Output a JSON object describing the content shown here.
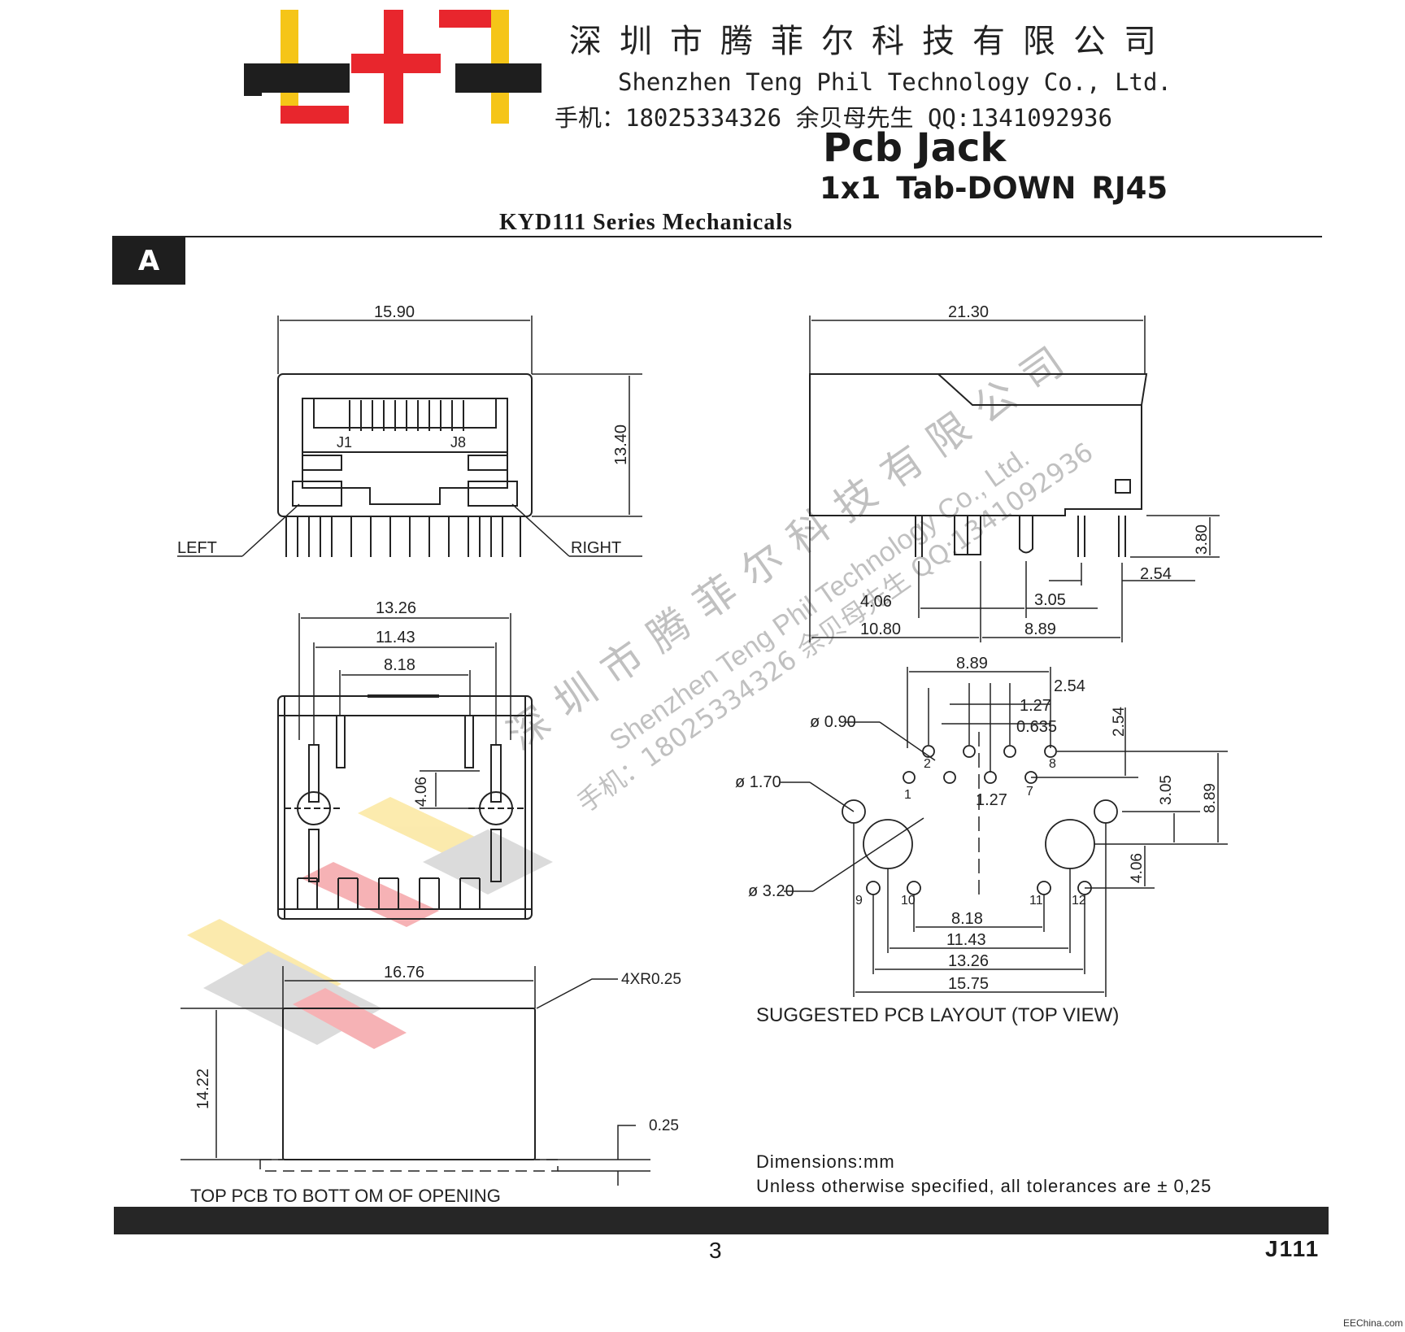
{
  "header": {
    "company_cn": "深圳市腾菲尔科技有限公司",
    "company_en": "Shenzhen Teng Phil Technology Co., Ltd.",
    "contact": "手机：18025334326 余贝母先生   QQ:1341092936",
    "title": "Pcb Jack",
    "subtitle": "1x1 Tab-DOWN  RJ45",
    "series": "KYD111 Series Mechanicals"
  },
  "section_label": "A",
  "front_view": {
    "width_dim": "15.90",
    "height_dim": "13.40",
    "pin_first": "J1",
    "pin_last": "J8",
    "left_label": "LEFT",
    "right_label": "RIGHT"
  },
  "side_view": {
    "length_dim": "21.30",
    "pin_height_dim": "3.80",
    "dim_a": "2.54",
    "dim_b": "4.06",
    "dim_c": "3.05",
    "dim_d": "10.80",
    "dim_e": "8.89"
  },
  "bottom_view": {
    "dim_outer": "13.26",
    "dim_mid": "11.43",
    "dim_inner": "8.18",
    "dim_vert": "4.06"
  },
  "opening_view": {
    "width_dim": "16.76",
    "radius_note": "4XR0.25",
    "height_dim": "14.22",
    "offset_dim": "0.25",
    "caption": "TOP  PCB  TO BOTT OM OF OPENING"
  },
  "pcb_layout": {
    "dim_889_top": "8.89",
    "dim_254": "2.54",
    "dim_127": "1.27",
    "dim_0635": "0.635",
    "dim_254_vert": "2.54",
    "hole_090": "ø 0.90",
    "hole_170": "ø 1.70",
    "hole_320": "ø 3.20",
    "dim_127_b": "1.27",
    "dim_305": "3.05",
    "dim_889_vert": "8.89",
    "dim_406": "4.06",
    "dim_818": "8.18",
    "dim_1143": "11.43",
    "dim_1326": "13.26",
    "dim_1575": "15.75",
    "pin_labels": [
      "1",
      "2",
      "7",
      "8",
      "9",
      "10",
      "11",
      "12"
    ],
    "caption": "SUGGESTED PCB LAYOUT (TOP VIEW)"
  },
  "notes": {
    "units": "Dimensions:mm",
    "tolerance": "Unless otherwise specified, all tolerances are ± 0,25"
  },
  "footer": {
    "page": "3",
    "code": "J111",
    "credit": "EEChina.com"
  },
  "watermark": {
    "line_cn": "深圳市腾菲尔科技有限公司",
    "line_en": "Shenzhen Teng Phil Technology Co., Ltd.",
    "line_contact": "手机：18025334326 余贝母先生 QQ:1341092936"
  },
  "colors": {
    "logo_black": "#1e1e1e",
    "logo_red": "#e8262d",
    "logo_yellow": "#f5c518"
  }
}
